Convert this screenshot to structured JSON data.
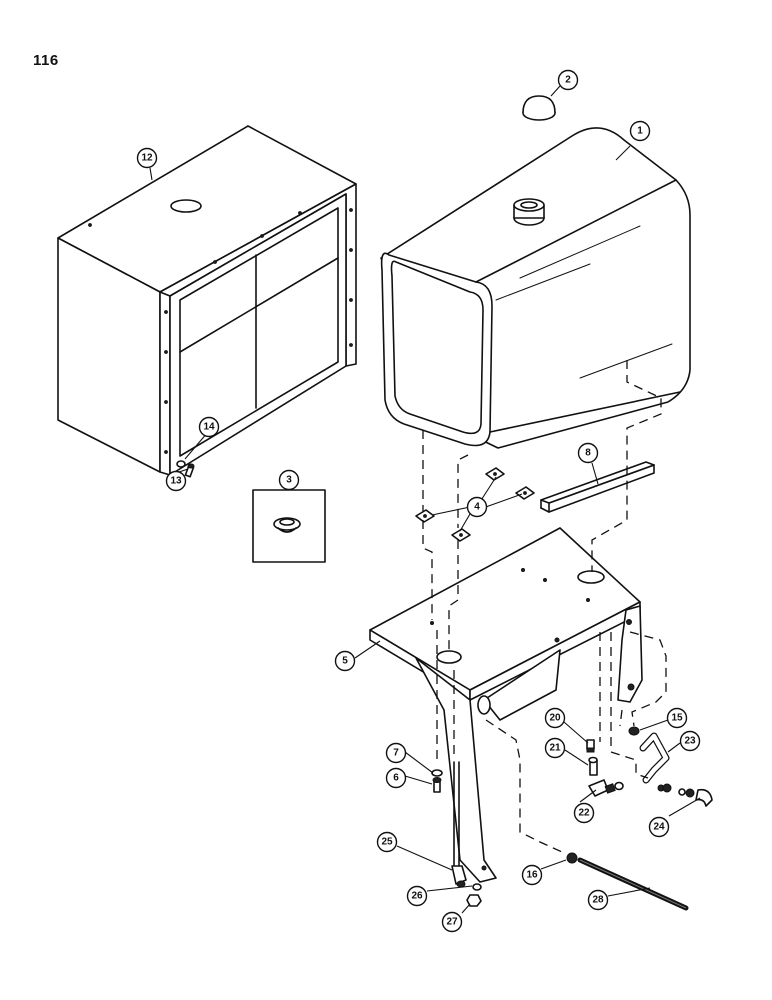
{
  "page_number": "116",
  "callouts": {
    "c1": "1",
    "c2": "2",
    "c3": "3",
    "c4": "4",
    "c5": "5",
    "c6": "6",
    "c7": "7",
    "c8": "8",
    "c12": "12",
    "c13": "13",
    "c14": "14",
    "c15": "15",
    "c16": "16",
    "c20": "20",
    "c21": "21",
    "c22": "22",
    "c23": "23",
    "c24": "24",
    "c25": "25",
    "c26": "26",
    "c27": "27",
    "c28": "28"
  }
}
